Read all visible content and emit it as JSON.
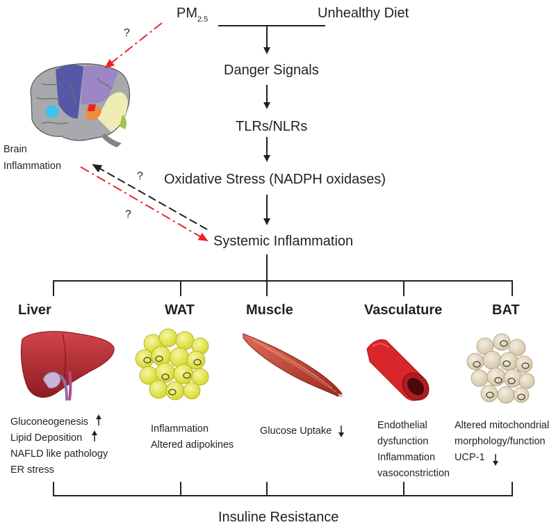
{
  "sources": {
    "pm_main": "PM",
    "pm_sub": "2.5",
    "diet": "Unhealthy Diet"
  },
  "pathway": {
    "danger": "Danger Signals",
    "tlrs": "TLRs/NLRs",
    "oxidative": "Oxidative Stress (NADPH oxidases)",
    "systemic": "Systemic Inflammation"
  },
  "brain": {
    "line1": "Brain",
    "line2": "Inflammation",
    "q_top": "?",
    "q_mid": "?",
    "q_low": "?"
  },
  "organs": [
    {
      "name": "Liver",
      "effects": [
        "Gluconeogenesis",
        "Lipid Deposition",
        "NAFLD like pathology",
        "ER stress"
      ]
    },
    {
      "name": "WAT",
      "effects": [
        "Inflammation",
        "Altered adipokines"
      ]
    },
    {
      "name": "Muscle",
      "effects": [
        "Glucose Uptake"
      ]
    },
    {
      "name": "Vasculature",
      "effects": [
        "Endothelial",
        "dysfunction",
        "Inflammation",
        "vasoconstriction"
      ]
    },
    {
      "name": "BAT",
      "effects": [
        "Altered mitochondrial",
        "morphology/function",
        "UCP-1"
      ]
    }
  ],
  "outcome": "Insuline Resistance",
  "colors": {
    "arrow": "#231f20",
    "red_dash": "#e8242b",
    "liver": "#b5282e",
    "wat": "#e6e84a",
    "muscle": "#c0392b",
    "vessel": "#d9262a",
    "bat": "#e3d6bd"
  }
}
